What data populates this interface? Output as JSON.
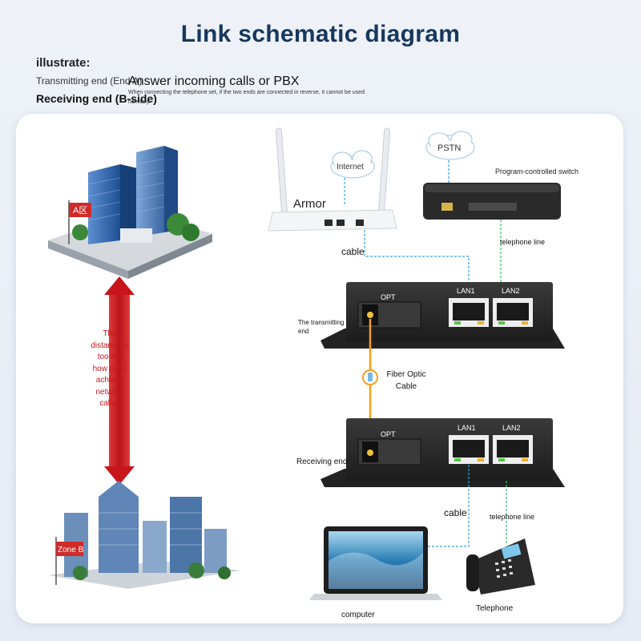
{
  "title": "Link schematic diagram",
  "notes": {
    "illustrate": "illustrate:",
    "transmitting": "Transmitting end (End A)",
    "receiving": "Receiving end (B-side)",
    "answer": "Answer incoming calls or PBX",
    "caution": "When connecting the telephone set, if the two ends are connected in reverse, it cannot be used normally."
  },
  "labels": {
    "zone_a": "A区",
    "zone_b": "Zone B",
    "distance": "The distance is too far, how can I achieve network calls?",
    "internet": "Internet",
    "pstn": "PSTN",
    "router": "Armor",
    "switch": "Program-controlled switch",
    "cable_top": "cable",
    "tel_line_top": "telephone line",
    "transmitting_end": "The transmitting end",
    "receiving_end": "Receiving end",
    "fiber": "Fiber Optic Cable",
    "opt": "OPT",
    "lan1": "LAN1",
    "lan2": "LAN2",
    "cable_bottom": "cable",
    "tel_line_bottom": "telephone line",
    "computer": "computer",
    "telephone": "Telephone"
  },
  "colors": {
    "title": "#17375e",
    "accent_red": "#c8151b",
    "fiber": "#f0a020",
    "data_line": "#3ca0d8",
    "tel_line": "#2fbf6a",
    "device": "#2b2b2b"
  }
}
